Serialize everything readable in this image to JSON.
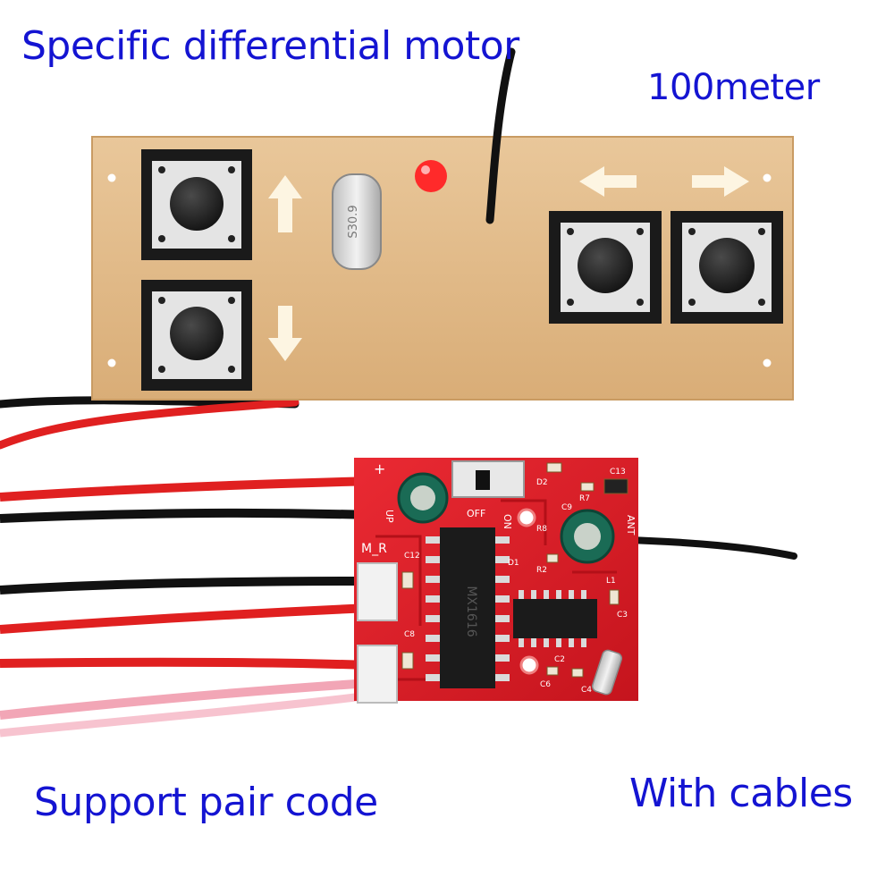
{
  "captions": {
    "top_left": "Specific differential motor",
    "top_right": "100meter",
    "bottom_left": "Support pair code",
    "bottom_right": "With cables"
  },
  "transmitter": {
    "crystal_marking": "S30.9",
    "board_color": "#e2bd8c"
  },
  "receiver": {
    "board_color": "#e0202a",
    "silkscreen": {
      "plus": "+",
      "up": "UP",
      "ant": "ANT",
      "off": "OFF",
      "on": "ON",
      "motor_labels": "M_R",
      "chip": "MX1616",
      "c12": "C12",
      "c8": "C8",
      "c9": "C9",
      "c13": "C13",
      "d2": "D2",
      "r7": "R7",
      "r8": "R8",
      "r2": "R2",
      "l1": "L1",
      "c3": "C3",
      "c2": "C2",
      "c6": "C6",
      "c4": "C4",
      "d1": "D1"
    }
  },
  "colors": {
    "caption": "#1414d2",
    "wire_red": "#e02020",
    "wire_black": "#111111",
    "wire_pink": "#f0a0b0",
    "led": "#ff2a2a"
  }
}
